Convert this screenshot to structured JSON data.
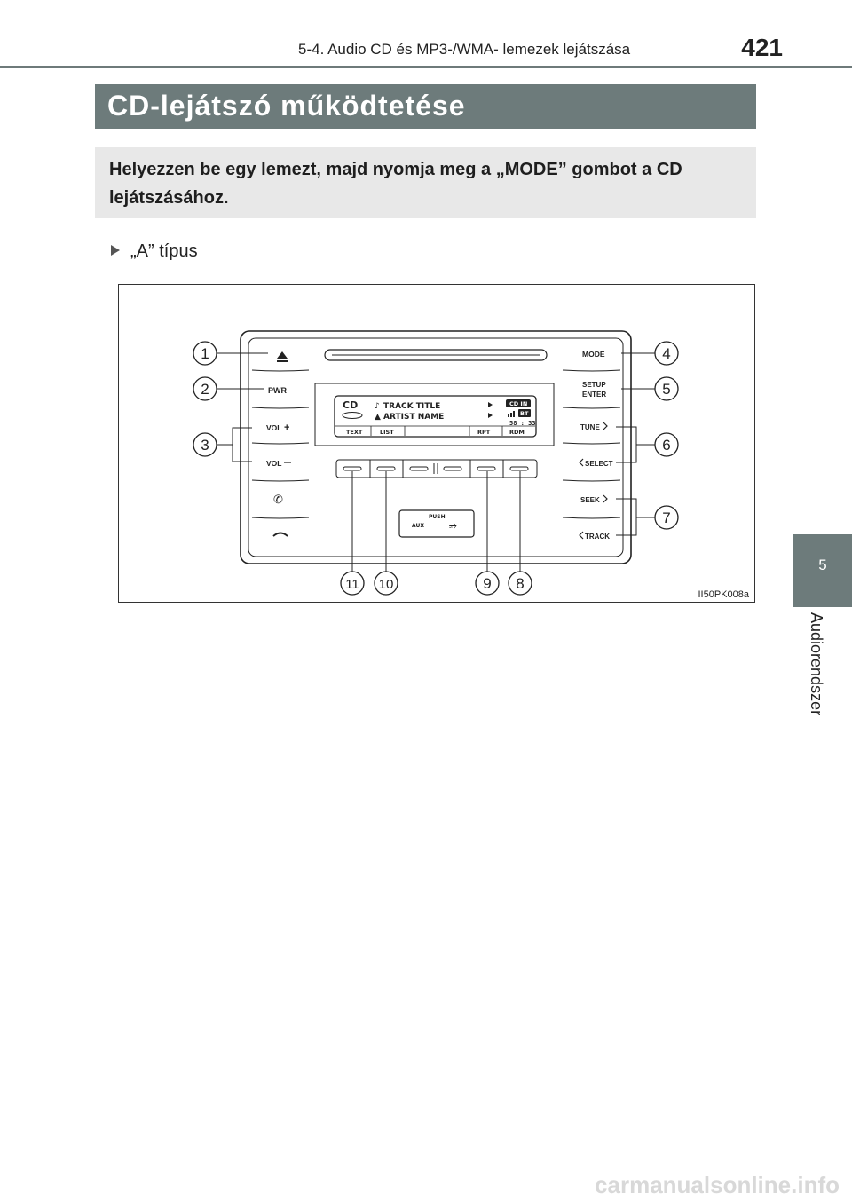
{
  "header": {
    "section": "5-4. Audio CD és MP3-/WMA- lemezek lejátszása",
    "page_number": "421"
  },
  "title": "CD-lejátszó működtetése",
  "intro": "Helyezzen be egy lemezt, majd nyomja meg a „MODE” gombot a CD lejátszásához.",
  "type_label": "„A” típus",
  "figure": {
    "code": "II50PK008a",
    "callouts": [
      "1",
      "2",
      "3",
      "4",
      "5",
      "6",
      "7",
      "8",
      "9",
      "10",
      "11"
    ],
    "left_buttons": [
      "PWR",
      "VOL",
      "VOL"
    ],
    "right_buttons": [
      "MODE",
      "SETUP",
      "ENTER",
      "TUNE",
      "SELECT",
      "SEEK",
      "TRACK"
    ],
    "display": {
      "source": "CD",
      "line1": "TRACK TITLE",
      "line2": "ARTIST NAME",
      "badge": "CD IN",
      "bt": "BT",
      "time": "58 : 33",
      "soft_keys": [
        "TEXT",
        "LIST",
        "RPT",
        "RDM"
      ]
    },
    "aux": {
      "push": "PUSH",
      "aux": "AUX"
    }
  },
  "side_tab": {
    "number": "5",
    "label": "Audiorendszer"
  },
  "watermark": "carmanualsonline.info"
}
